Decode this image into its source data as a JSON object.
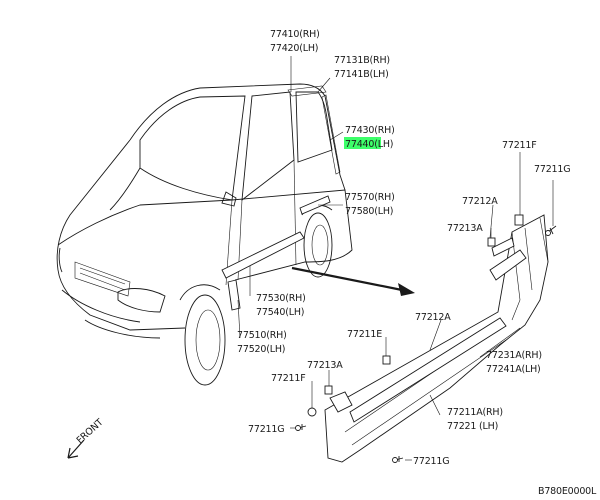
{
  "labels": {
    "p77410": "77410(RH)",
    "p77420": "77420(LH)",
    "p77131B": "77131B(RH)",
    "p77141B": "77141B(LH)",
    "p77430": "77430(RH)",
    "p77440": "77440(LH)",
    "p77570": "77570(RH)",
    "p77580": "77580(LH)",
    "p77530": "77530(RH)",
    "p77540": "77540(LH)",
    "p77510": "77510(RH)",
    "p77520": "77520(LH)",
    "p77211F_top": "77211F",
    "p77211G_top": "77211G",
    "p77212A_top": "77212A",
    "p77213A_top": "77213A",
    "p77212A_mid": "77212A",
    "p77211E": "77211E",
    "p77231A": "77231A(RH)",
    "p77241A": "77241A(LH)",
    "p77213A_low": "77213A",
    "p77211F_low": "77211F",
    "p77211A": "77211A(RH)",
    "p77221": "77221 (LH)",
    "p77211G_left": "77211G",
    "p77211G_bottom": "77211G",
    "front": "FRONT",
    "code": "B780E0000L"
  },
  "highlight_color": "#3dff6a"
}
